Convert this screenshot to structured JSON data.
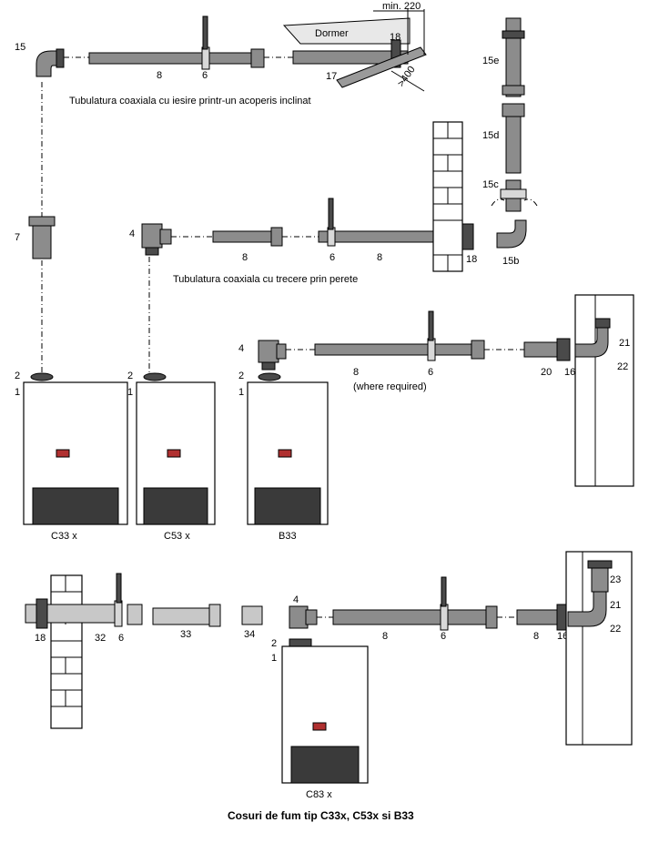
{
  "labels": {
    "n15": "15",
    "n8a": "8",
    "n6a": "6",
    "n17": "17",
    "n18a": "18",
    "dormer": "Dormer",
    "min220": "min. 220",
    "dim400": ">400",
    "n15e": "15e",
    "n15d": "15d",
    "n15c": "15c",
    "n15b": "15b",
    "n7": "7",
    "n4a": "4",
    "n8b": "8",
    "n6b": "6",
    "n8c": "8",
    "n18b": "18",
    "n4b": "4",
    "n8d": "8",
    "n6c": "6",
    "where": "(where required)",
    "n20": "20",
    "n16a": "16",
    "n21a": "21",
    "n22a": "22",
    "n2a": "2",
    "n1a": "1",
    "n2b": "2",
    "n1b": "1",
    "n2c": "2",
    "n1c": "1",
    "c33": "C33 x",
    "c53": "C53 x",
    "b33": "B33",
    "n18c": "18",
    "n32": "32",
    "n6d": "6",
    "n33": "33",
    "n34": "34",
    "n4c": "4",
    "n2d": "2",
    "n1d": "1",
    "n8e": "8",
    "n6e": "6",
    "n8f": "8",
    "n16b": "16",
    "n23": "23",
    "n21b": "21",
    "n22b": "22",
    "c83": "C83 x"
  },
  "captions": {
    "roof": "Tubulatura coaxiala cu iesire printr-un acoperis inclinat",
    "wall": "Tubulatura coaxiala cu trecere prin perete",
    "title": "Cosuri de fum tip C33x, C53x si B33"
  }
}
